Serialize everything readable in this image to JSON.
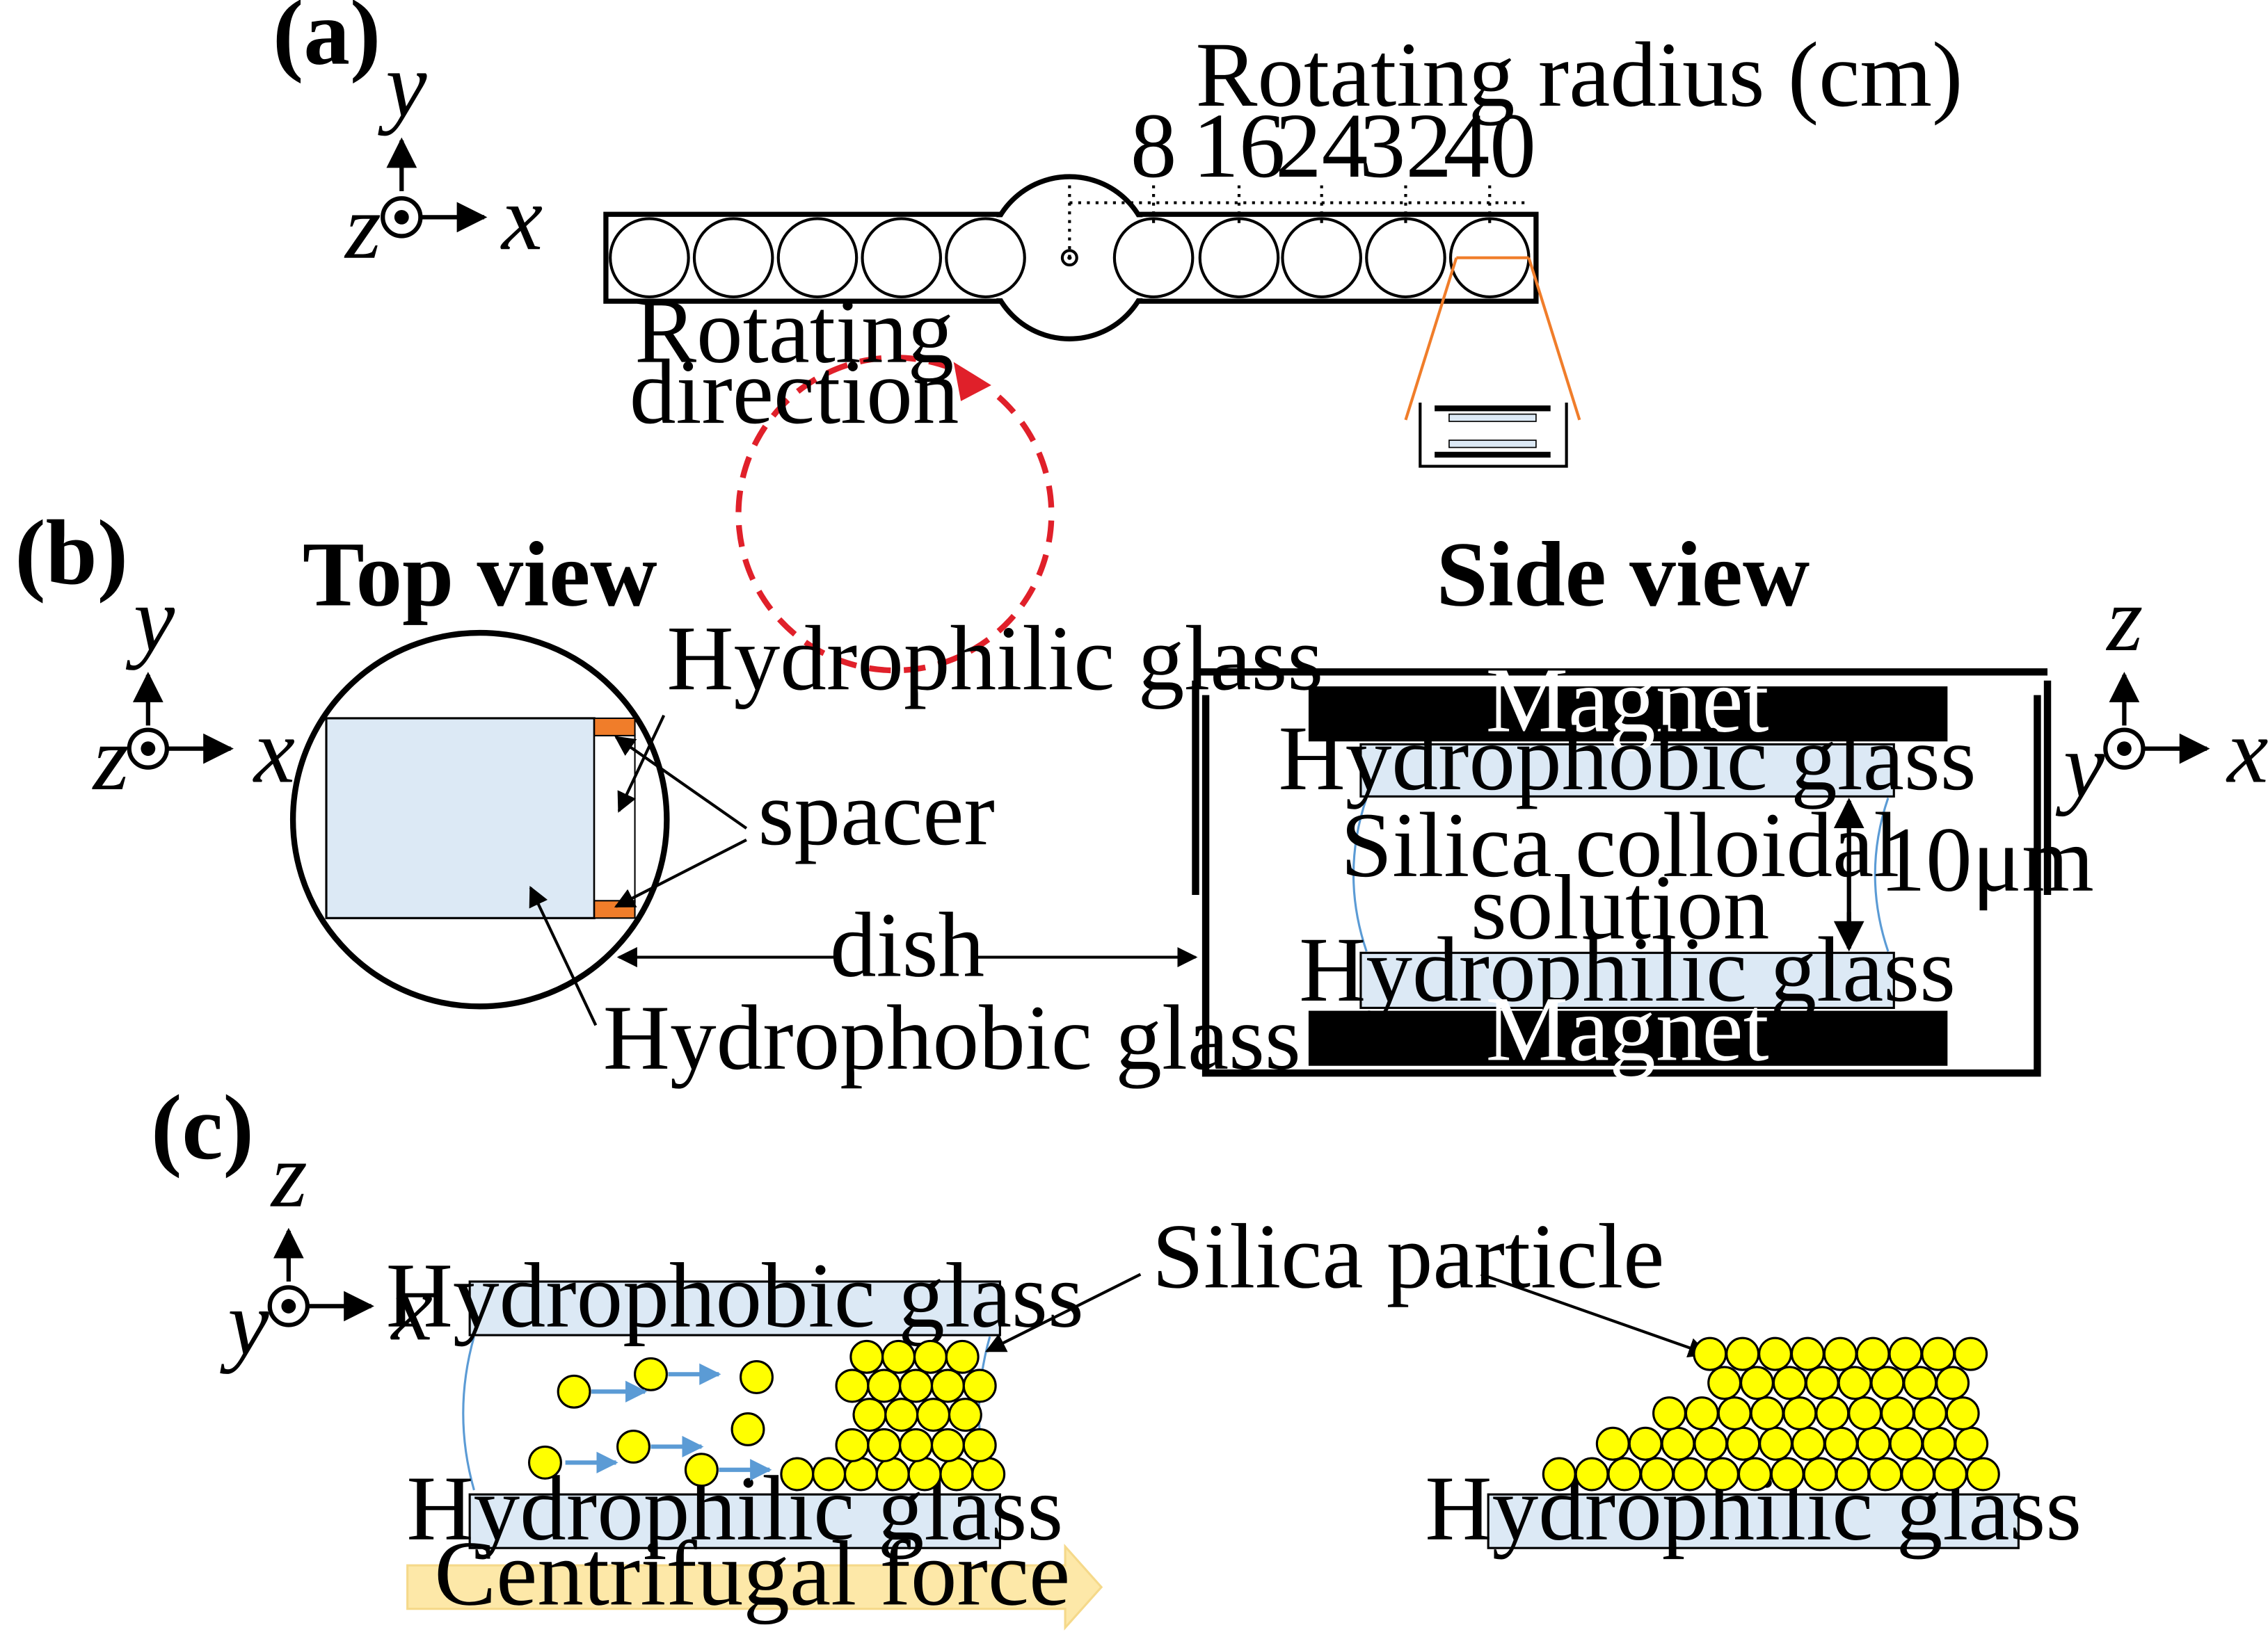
{
  "panel_labels": [
    "(a)",
    "(b)",
    "(c)"
  ],
  "colors": {
    "glass": "#dce9f5",
    "particle": "#ffff00",
    "spacer": "#f07d2a",
    "flow_arrow": "#5b9bd5",
    "rotation_arrow": "#e0202a",
    "force_arrow": "#fde8a8",
    "zoom_line": "#f07d2a"
  },
  "a": {
    "axis": {
      "x": "x",
      "y": "y",
      "z": "z"
    },
    "radius_title": "Rotating radius (cm)",
    "radius_ticks": [
      "8",
      "16",
      "24",
      "32",
      "40"
    ],
    "rotating_direction": [
      "Rotating",
      "direction"
    ]
  },
  "b": {
    "top_view_title": "Top view",
    "side_view_title": "Side view",
    "axis_top": {
      "x": "x",
      "y": "y",
      "z": "z"
    },
    "axis_side": {
      "x": "x",
      "y": "y",
      "z": "z"
    },
    "hydrophilic_glass": "Hydrophilic glass",
    "spacer": "spacer",
    "dish": "dish",
    "hydrophobic_glass": "Hydrophobic glass",
    "magnet_top": "Magnet",
    "magnet_bottom": "Magnet",
    "side_hydrophobic": "Hydrophobic glass",
    "solution_line1": "Silica colloidal",
    "solution_line2": "solution",
    "gap": "10μm",
    "side_hydrophilic": "Hydrophilic glass"
  },
  "c": {
    "axis": {
      "x": "x",
      "y": "y",
      "z": "z"
    },
    "left_top_glass": "Hydrophobic glass",
    "left_bottom_glass": "Hydrophilic glass",
    "right_glass": "Hydrophilic glass",
    "silica_particle": "Silica particle",
    "centrifugal_force": "Centrifugal force"
  }
}
